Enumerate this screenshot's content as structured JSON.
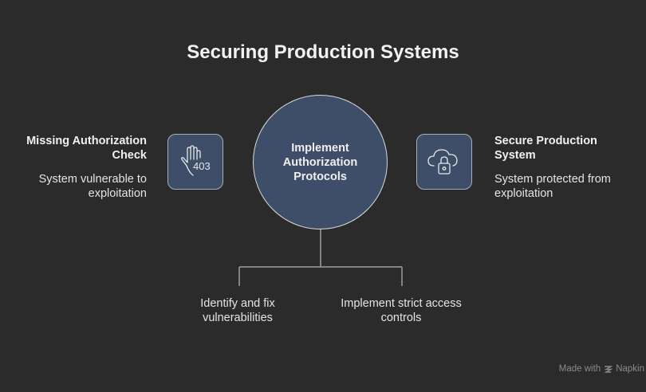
{
  "title": "Securing Production Systems",
  "center": {
    "label": "Implement Authorization Protocols"
  },
  "left": {
    "heading": "Missing Authorization Check",
    "description": "System vulnerable to exploitation",
    "icon": "hand-403-icon",
    "icon_text": "403"
  },
  "right": {
    "heading": "Secure Production System",
    "description": "System protected from exploitation",
    "icon": "cloud-lock-icon"
  },
  "branches": [
    {
      "label": "Identify and fix vulnerabilities"
    },
    {
      "label": "Implement strict access controls"
    }
  ],
  "watermark": {
    "prefix": "Made with",
    "brand": "Napkin"
  },
  "colors": {
    "background": "#2b2b2b",
    "node_fill": "#3e4e69",
    "connector": "#a0a0a0"
  }
}
